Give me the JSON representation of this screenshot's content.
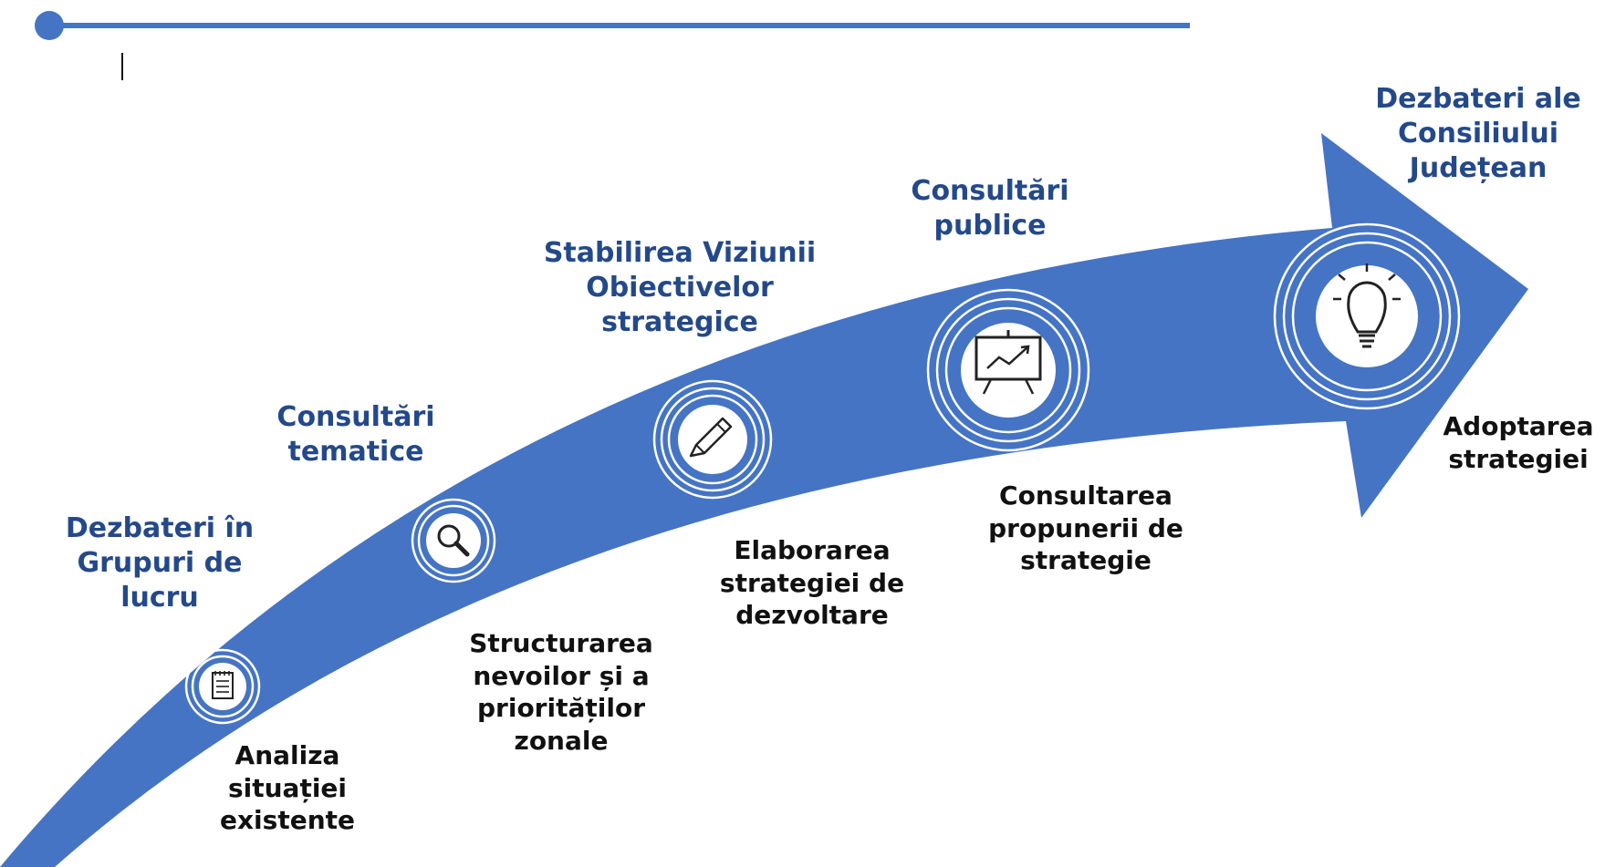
{
  "colors": {
    "arrow": "#4574C4",
    "header_line": "#4574C4",
    "top_label": "#24498A",
    "bottom_label": "#111111"
  },
  "stages": [
    {
      "top_label": "Dezbateri în\nGrupuri de\nlucru",
      "bottom_label": "Analiza\nsituației\nexistente",
      "icon": "notepad-icon"
    },
    {
      "top_label": "Consultări\ntematice",
      "bottom_label": "Structurarea\nnevoilor și a\npriorităților\nzonale",
      "icon": "magnifier-icon"
    },
    {
      "top_label": "Stabilirea Viziunii\nObiectivelor\nstrategice",
      "bottom_label": "Elaborarea\nstrategiei de\ndezvoltare",
      "icon": "pencil-icon"
    },
    {
      "top_label": "Consultări\npublice",
      "bottom_label": "Consultarea\npropunerii de\nstrategie",
      "icon": "presentation-board-icon"
    },
    {
      "top_label": "Dezbateri ale\nConsiliului\nJudețean",
      "bottom_label": "Adoptarea\nstrategiei",
      "icon": "lightbulb-icon"
    }
  ]
}
